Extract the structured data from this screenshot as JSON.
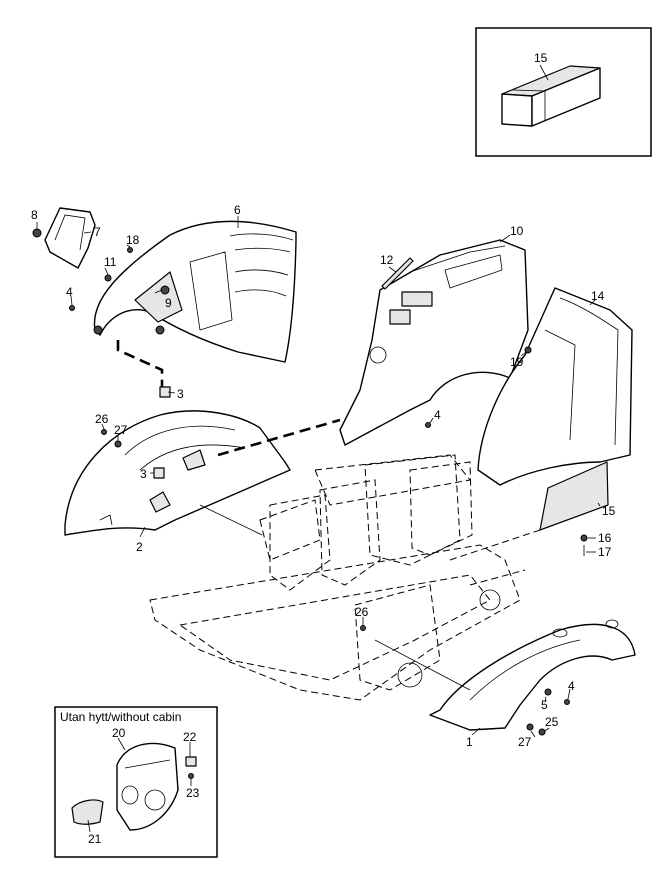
{
  "inset_title": "Utan hytt/without cabin",
  "callouts": {
    "c1": "1",
    "c2": "2",
    "c3a": "3",
    "c3b": "3",
    "c4a": "4",
    "c4b": "4",
    "c4c": "4",
    "c5": "5",
    "c6": "6",
    "c7": "7",
    "c8": "8",
    "c9": "9",
    "c10": "10",
    "c11": "11",
    "c12": "12",
    "c14": "14",
    "c15a": "15",
    "c15b": "15",
    "c16": "16",
    "c17": "17",
    "c18": "18",
    "c19": "19",
    "c20": "20",
    "c21": "21",
    "c22": "22",
    "c23": "23",
    "c25": "25",
    "c26a": "26",
    "c26b": "26",
    "c27a": "27",
    "c27b": "27"
  }
}
